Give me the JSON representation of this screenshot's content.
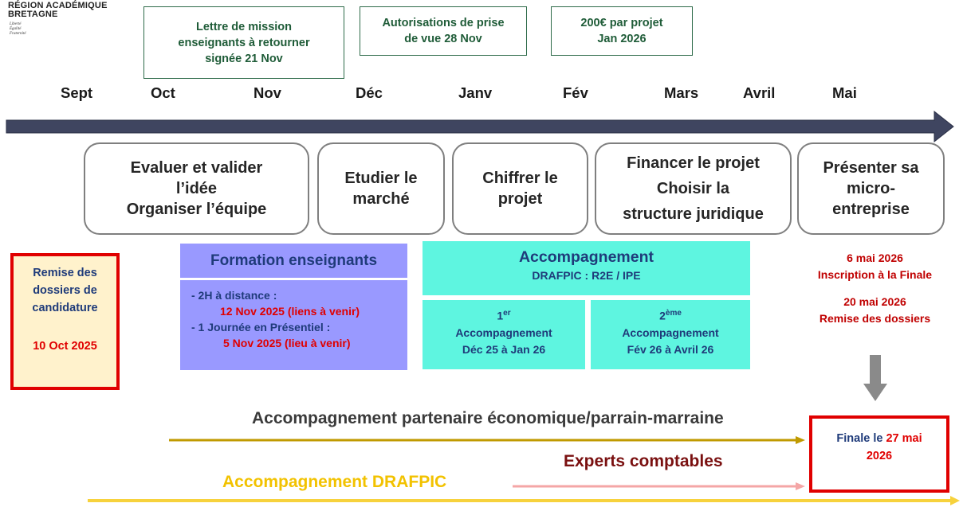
{
  "logo": {
    "line1": "RÉGION ACADÉMIQUE",
    "line2": "BRETAGNE",
    "motto": [
      "Liberté",
      "Égalité",
      "Fraternité"
    ]
  },
  "top_notes": [
    [
      "Lettre de mission",
      "enseignants à retourner",
      "signée 21 Nov"
    ],
    [
      "Autorisations de prise",
      "de vue 28 Nov"
    ],
    [
      "200€ par projet",
      "Jan 2026"
    ]
  ],
  "months": [
    "Sept",
    "Oct",
    "Nov",
    "Déc",
    "Janv",
    "Fév",
    "Mars",
    "Avril",
    "Mai"
  ],
  "phases": [
    [
      "Evaluer et valider",
      "l’idée",
      "Organiser l’équipe"
    ],
    [
      "Etudier le",
      "marché"
    ],
    [
      "Chiffrer le",
      "projet"
    ],
    [
      "Financer le projet",
      "Choisir la",
      "structure juridique"
    ],
    [
      "Présenter sa",
      "micro-",
      "entreprise"
    ]
  ],
  "candidature": {
    "lines": [
      "Remise des",
      "dossiers de",
      "candidature"
    ],
    "date": "10 Oct 2025"
  },
  "formation": {
    "title": "Formation enseignants",
    "item1_label": "- 2H à distance :",
    "item1_detail": "12 Nov 2025 (liens à venir)",
    "item2_label": "- 1 Journée en Présentiel :",
    "item2_detail": "5 Nov 2025 (lieu à venir)"
  },
  "accompagnement": {
    "title": "Accompagnement",
    "subtitle": "DRAFPIC : R2E / IPE",
    "first": {
      "num": "1",
      "sup": "er",
      "label": "Accompagnement",
      "dates": "Déc 25 à Jan 26"
    },
    "second": {
      "num": "2",
      "sup": "ème",
      "label": "Accompagnement",
      "dates": "Fév 26 à Avril 26"
    }
  },
  "mai_events": {
    "line1": "6  mai 2026",
    "line2": "Inscription à la Finale",
    "line3": "20 mai 2026",
    "line4": "Remise des dossiers"
  },
  "finale": {
    "prefix": "Finale le",
    "date1": "27 mai",
    "date2": "2026"
  },
  "bottom_bars": {
    "partner": "Accompagnement partenaire économique/parrain-marraine",
    "experts": "Experts comptables",
    "drafpic": "Accompagnement  DRAFPIC"
  },
  "colors": {
    "timeline_arrow": "#3f4560",
    "formation_bg": "#9999ff",
    "accompagnement_bg": "#5ef5e0",
    "partner_line": "#c09a00",
    "experts_line": "#f4a6a6",
    "drafpic_line": "#f7d23c"
  }
}
